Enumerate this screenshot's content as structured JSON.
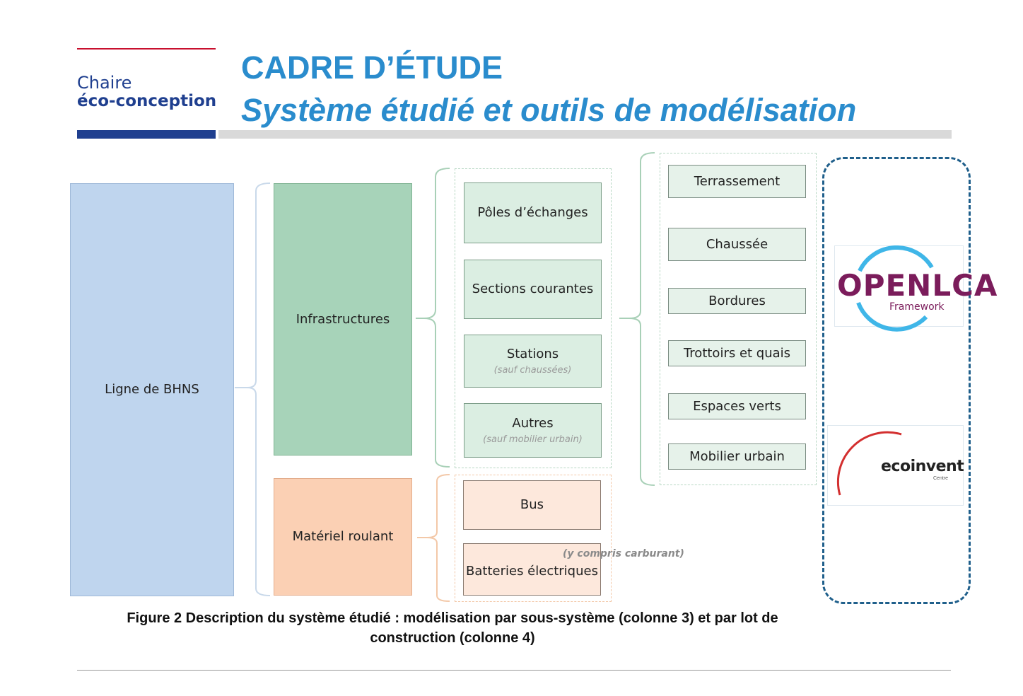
{
  "header": {
    "logo_line1": "Chaire",
    "logo_line2": "éco-conception",
    "title": "CADRE D’ÉTUDE",
    "subtitle": "Système étudié et outils de modélisation"
  },
  "diagram": {
    "root": "Ligne de BHNS",
    "level2": [
      "Infrastructures",
      "Matériel roulant"
    ],
    "infra_subsystems": [
      {
        "label": "Pôles d’échanges",
        "note": ""
      },
      {
        "label": "Sections courantes",
        "note": ""
      },
      {
        "label": "Stations",
        "note": "(sauf chaussées)"
      },
      {
        "label": "Autres",
        "note": "(sauf mobilier urbain)"
      }
    ],
    "rolling_subsystems": [
      "Bus",
      "Batteries électriques"
    ],
    "rolling_note": "(y compris carburant)",
    "lots": [
      "Terrassement",
      "Chaussée",
      "Bordures",
      "Trottoirs et quais",
      "Espaces verts",
      "Mobilier urbain"
    ]
  },
  "tools": {
    "openlca_text": "OPENLCA",
    "openlca_sub": "Framework",
    "ecoinvent_text": "ecoinvent",
    "ecoinvent_sub": "Centre"
  },
  "caption": {
    "line1": "Figure 2  Description du système étudié : modélisation par sous-système (colonne 3) et par lot de",
    "line2": "construction (colonne 4)"
  },
  "colors": {
    "title": "#2a8ccd",
    "root": "#bfd5ee",
    "infra": "#a7d3b9",
    "rolling": "#fbd0b4",
    "frame": "#1f5f8b",
    "openlca": "#7b1c5b"
  }
}
